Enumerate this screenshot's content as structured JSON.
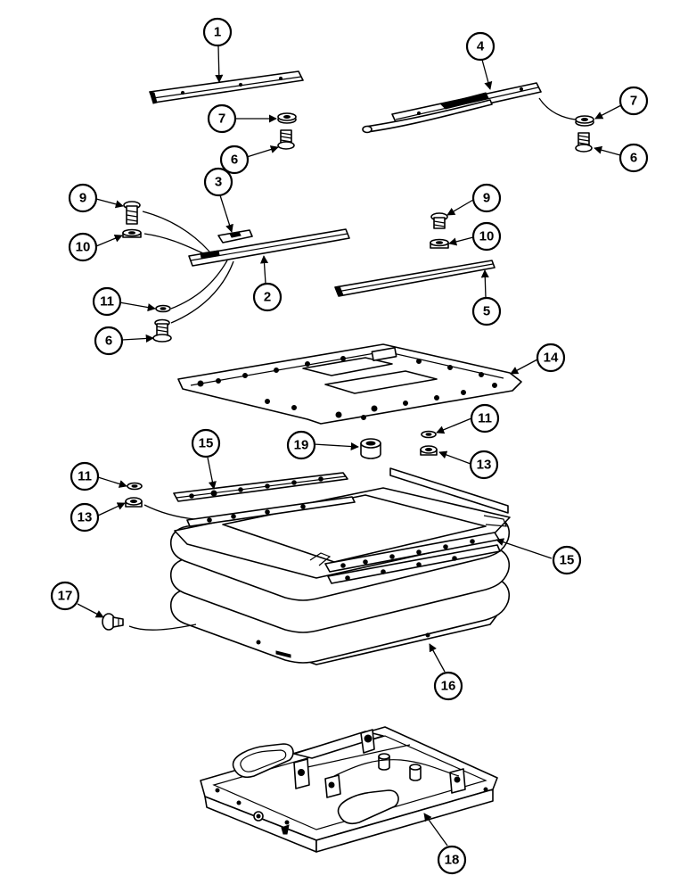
{
  "callouts": [
    "1",
    "2",
    "3",
    "4",
    "5",
    "6",
    "6",
    "6",
    "7",
    "7",
    "9",
    "9",
    "10",
    "10",
    "11",
    "11",
    "11",
    "13",
    "13",
    "14",
    "15",
    "15",
    "16",
    "17",
    "18",
    "19"
  ]
}
